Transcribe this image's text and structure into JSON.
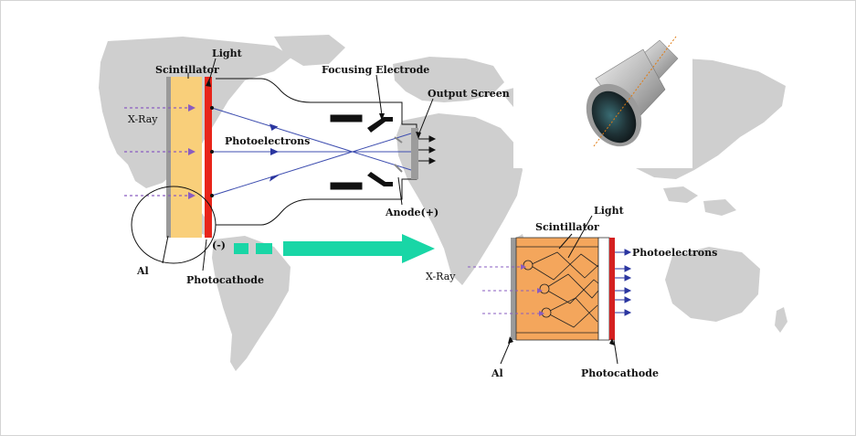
{
  "colors": {
    "map_land": "#cfcfcf",
    "scintillator_fill": "#f9cf7a",
    "photocathode": "#e8251a",
    "aluminum": "#9a9a9a",
    "electron_path": "#3f4fb0",
    "xray_arrow": "#8a5cc0",
    "big_arrow": "#19d6a6",
    "inset_fill": "#f4a65c",
    "inset_cathode": "#d42020"
  },
  "tube": {
    "labels": {
      "scintillator": "Scintillator",
      "light": "Light",
      "focusing_electrode": "Focusing Electrode",
      "output_screen": "Output Screen",
      "xray": "X-Ray",
      "photoelectrons": "Photoelectrons",
      "anode": "Anode(+)",
      "cathode_sign": "(-)",
      "al": "Al",
      "photocathode": "Photocathode"
    }
  },
  "inset": {
    "labels": {
      "light": "Light",
      "scintillator": "Scintillator",
      "photoelectrons": "Photoelectrons",
      "xray": "X-Ray",
      "al": "Al",
      "photocathode": "Photocathode"
    }
  },
  "icons": {
    "product": "image-intensifier-product-icon"
  }
}
